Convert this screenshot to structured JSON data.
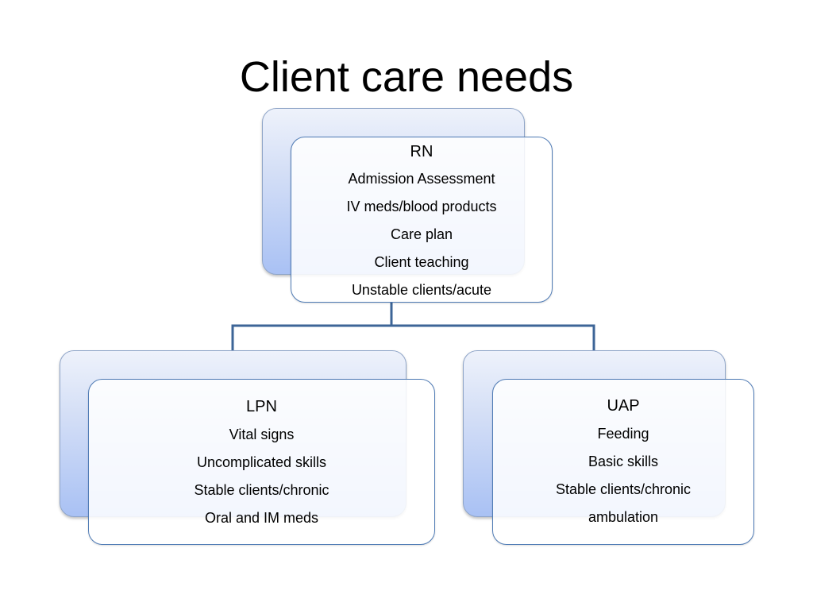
{
  "title": "Client care needs",
  "colors": {
    "connector": "#3d6597",
    "box_border": "#4f7bb5",
    "back_gradient_top": "#eef2fb",
    "back_gradient_bottom": "#a9c1f4"
  },
  "org_chart": {
    "top": {
      "heading": "RN",
      "items": [
        "Admission Assessment",
        "IV meds/blood products",
        "Care plan",
        "Client teaching",
        "Unstable clients/acute"
      ]
    },
    "left": {
      "heading": "LPN",
      "items": [
        "Vital signs",
        "Uncomplicated skills",
        "Stable clients/chronic",
        "Oral and IM meds"
      ]
    },
    "right": {
      "heading": "UAP",
      "items": [
        "Feeding",
        "Basic skills",
        "Stable clients/chronic",
        "ambulation"
      ]
    }
  }
}
